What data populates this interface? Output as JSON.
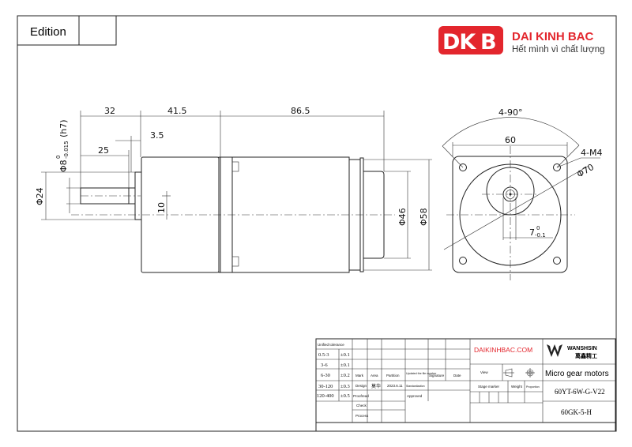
{
  "edition": {
    "label": "Edition"
  },
  "brand": {
    "logo_text": "DKB",
    "name": "DAI KINH BAC",
    "slogan": "Hết mình vì chất lượng",
    "color": "#e3262d"
  },
  "side_view": {
    "dims": {
      "shaft_total": "32",
      "gearbox": "41.5",
      "motor": "86.5",
      "boss": "3.5",
      "shaft_key": "25",
      "boss_dia": "Φ24",
      "shaft_dia": "Φ8",
      "shaft_tol_upper": "0",
      "shaft_tol_lower": "-0.015",
      "shaft_fit": "(h7)",
      "offset": "10",
      "cap_dia": "Φ46",
      "motor_dia": "Φ58"
    }
  },
  "front_view": {
    "dims": {
      "angle": "4-90°",
      "width": "60",
      "holes": "4-M4",
      "pcd": "Φ70",
      "flat": "7",
      "flat_tol_upper": "0",
      "flat_tol_lower": "-0.1"
    }
  },
  "title_block": {
    "tolerance_header": "Unified tolerance",
    "tolerances": [
      {
        "range": "0.5-3",
        "tol": "±0.1"
      },
      {
        "range": "3-6",
        "tol": "±0.1"
      },
      {
        "range": "6-30",
        "tol": "±0.2"
      },
      {
        "range": "30-120",
        "tol": "±0.3"
      },
      {
        "range": "120-400",
        "tol": "±0.5"
      }
    ],
    "headers": {
      "mark": "Mark",
      "area": "Area",
      "partition": "Partition",
      "updated": "Updated the file number",
      "signature": "Signature",
      "date": "Date"
    },
    "design": "Design",
    "designer": "莫华",
    "design_date": "2023.6.11",
    "standardization": "Standardization",
    "proofread": "Proofread",
    "approved": "Approved",
    "check": "Check",
    "process": "Process",
    "website": "DAIKINHBAC.COM",
    "view": "View",
    "stage_marker": "Stage marker",
    "weight": "Weight",
    "proportion": "Proportion",
    "maker": "WANSHSIN",
    "maker_cn": "萬鑫精工",
    "product": "Micro gear motors",
    "motor_model": "60YT-6W-G-V22",
    "gearbox_model": "60GK-5-H"
  }
}
